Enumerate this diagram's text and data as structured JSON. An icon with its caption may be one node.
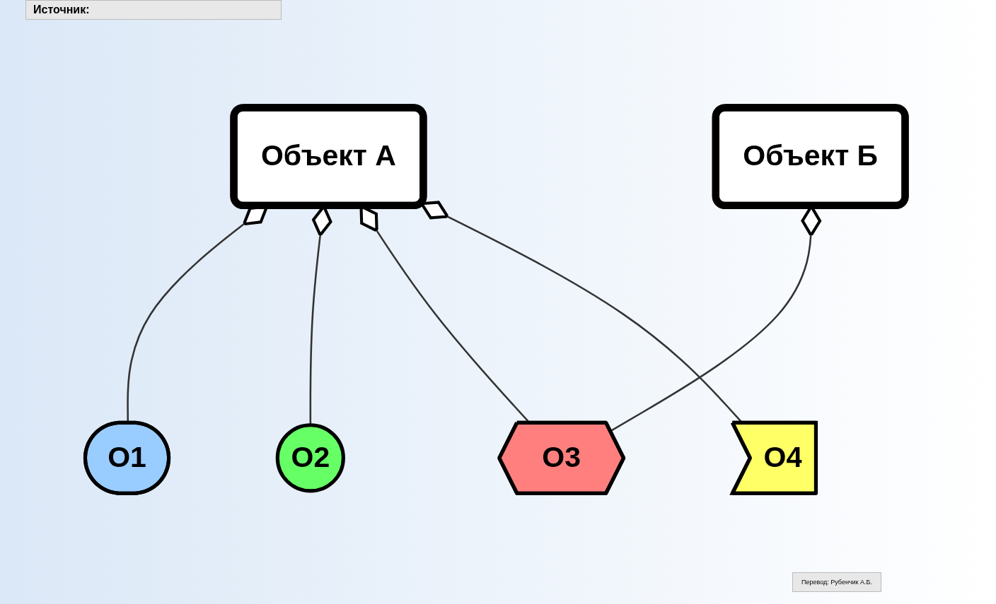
{
  "diagram": {
    "nodes": [
      {
        "text": [
          "Объект А"
        ]
      },
      {
        "text": [
          "Объект Б"
        ]
      },
      {
        "text": [
          "O1"
        ]
      },
      {
        "text": [
          "O2"
        ]
      },
      {
        "text": [
          "O3"
        ]
      },
      {
        "text": [
          "O4"
        ]
      }
    ],
    "edges": [
      {
        "from": 2,
        "to": 0,
        "arrow": "other"
      },
      {
        "from": 3,
        "to": 0,
        "arrow": "other"
      },
      {
        "from": 4,
        "to": 0,
        "arrow": "other"
      },
      {
        "from": 5,
        "to": 0,
        "arrow": "other"
      },
      {
        "from": 4,
        "to": 1,
        "arrow": "other"
      }
    ],
    "labels": [
      "Источник:",
      "Перевод: Рубенчик А.Б."
    ]
  }
}
